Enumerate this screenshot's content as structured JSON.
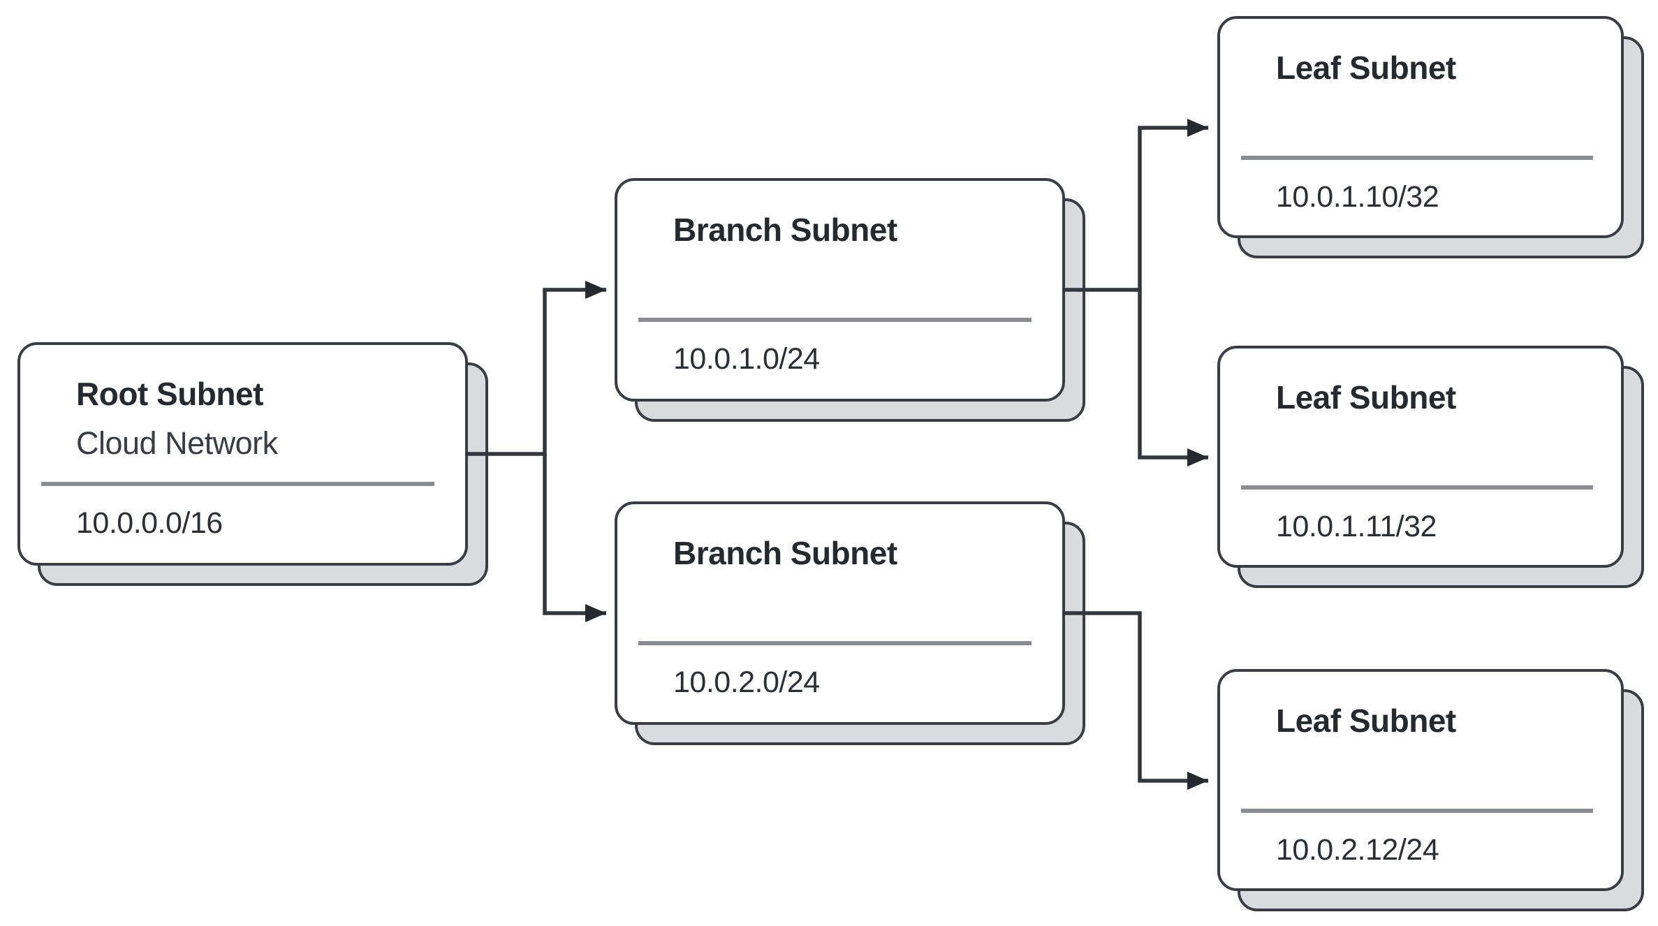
{
  "diagram": {
    "kind": "subnet-hierarchy-tree",
    "direction": "left-to-right",
    "colors": {
      "card_background": "#ffffff",
      "card_border": "#3a3e44",
      "shadow_fill": "#d9dbdf",
      "divider": "#898c90",
      "line": "#33373d",
      "arrowhead": "#26292e",
      "title_text": "#26292e",
      "body_text": "#2b2f34"
    }
  },
  "nodes": {
    "root": {
      "title": "Root Subnet",
      "subtitle": "Cloud Network",
      "cidr": "10.0.0.0/16"
    },
    "branch1": {
      "title": "Branch Subnet",
      "cidr": "10.0.1.0/24"
    },
    "branch2": {
      "title": "Branch Subnet",
      "cidr": "10.0.2.0/24"
    },
    "leaf1": {
      "title": "Leaf Subnet",
      "cidr": "10.0.1.10/32"
    },
    "leaf2": {
      "title": "Leaf Subnet",
      "cidr": "10.0.1.11/32"
    },
    "leaf3": {
      "title": "Leaf Subnet",
      "cidr": "10.0.2.12/24"
    }
  },
  "edges": [
    {
      "from": "root",
      "to": "branch1"
    },
    {
      "from": "root",
      "to": "branch2"
    },
    {
      "from": "branch1",
      "to": "leaf1"
    },
    {
      "from": "branch1",
      "to": "leaf2"
    },
    {
      "from": "branch2",
      "to": "leaf3"
    }
  ]
}
